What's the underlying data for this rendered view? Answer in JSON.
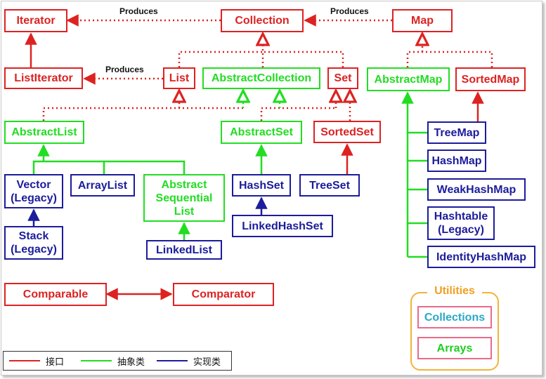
{
  "colors": {
    "interface": "#dd2222",
    "abstract": "#22dd22",
    "implementation": "#1c1c9c",
    "utilities_frame": "#f3b33a",
    "utilities_box": "#e86b8a"
  },
  "nodes": {
    "iterator": "Iterator",
    "collection": "Collection",
    "map": "Map",
    "list_iterator": "ListIterator",
    "list": "List",
    "abstract_collection": "AbstractCollection",
    "set": "Set",
    "abstract_map": "AbstractMap",
    "sorted_map": "SortedMap",
    "abstract_list": "AbstractList",
    "abstract_set": "AbstractSet",
    "sorted_set": "SortedSet",
    "tree_map": "TreeMap",
    "hash_map": "HashMap",
    "weak_hash_map": "WeakHashMap",
    "hashtable": "Hashtable",
    "hashtable_sub": "(Legacy)",
    "identity_hash_map": "IdentityHashMap",
    "vector": "Vector",
    "vector_sub": "(Legacy)",
    "array_list": "ArrayList",
    "abstract_sequential_list": [
      "Abstract",
      "Sequential",
      "List"
    ],
    "hash_set": "HashSet",
    "tree_set": "TreeSet",
    "linked_hash_set": "LinkedHashSet",
    "stack": "Stack",
    "stack_sub": "(Legacy)",
    "linked_list": "LinkedList",
    "comparable": "Comparable",
    "comparator": "Comparator"
  },
  "utilities": {
    "title": "Utilities",
    "collections": "Collections",
    "arrays": "Arrays"
  },
  "edge_labels": {
    "produces_1": "Produces",
    "produces_2": "Produces",
    "produces_3": "Produces"
  },
  "legend": [
    {
      "label": "接口",
      "color": "#dd2222"
    },
    {
      "label": "抽象类",
      "color": "#22dd22"
    },
    {
      "label": "实现类",
      "color": "#1c1c9c"
    }
  ]
}
